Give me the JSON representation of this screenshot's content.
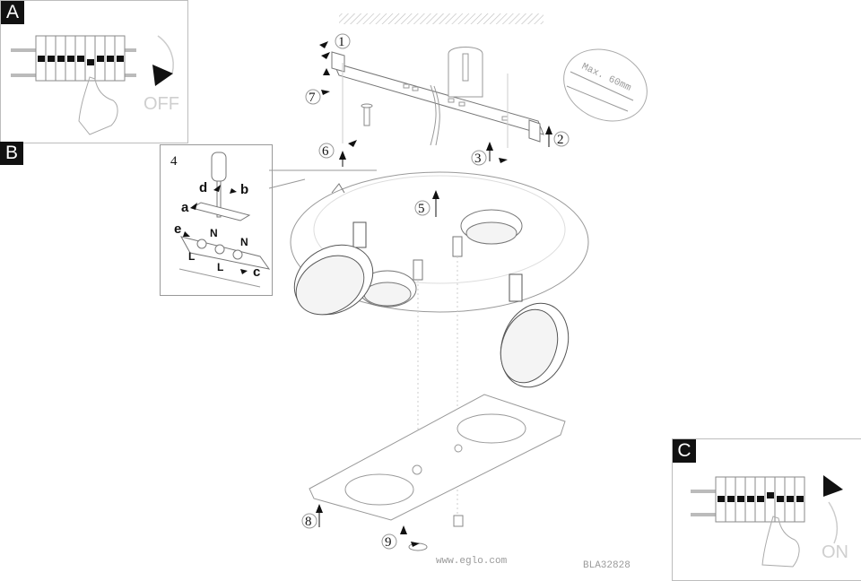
{
  "panels": {
    "a": {
      "tag": "A",
      "state": "OFF"
    },
    "b": {
      "tag": "B"
    },
    "c": {
      "tag": "C",
      "state": "ON"
    }
  },
  "detail": {
    "step": "4",
    "callouts": [
      "a",
      "b",
      "c",
      "d",
      "e"
    ],
    "terminal_marks": [
      "N",
      "N",
      "L",
      "L"
    ]
  },
  "steps": [
    "1",
    "2",
    "3",
    "5",
    "6",
    "7",
    "8",
    "9"
  ],
  "cable_note": {
    "prefix": "Max.",
    "value": "60mm"
  },
  "footer": {
    "website": "www.eglo.com",
    "code": "BLA32828"
  }
}
